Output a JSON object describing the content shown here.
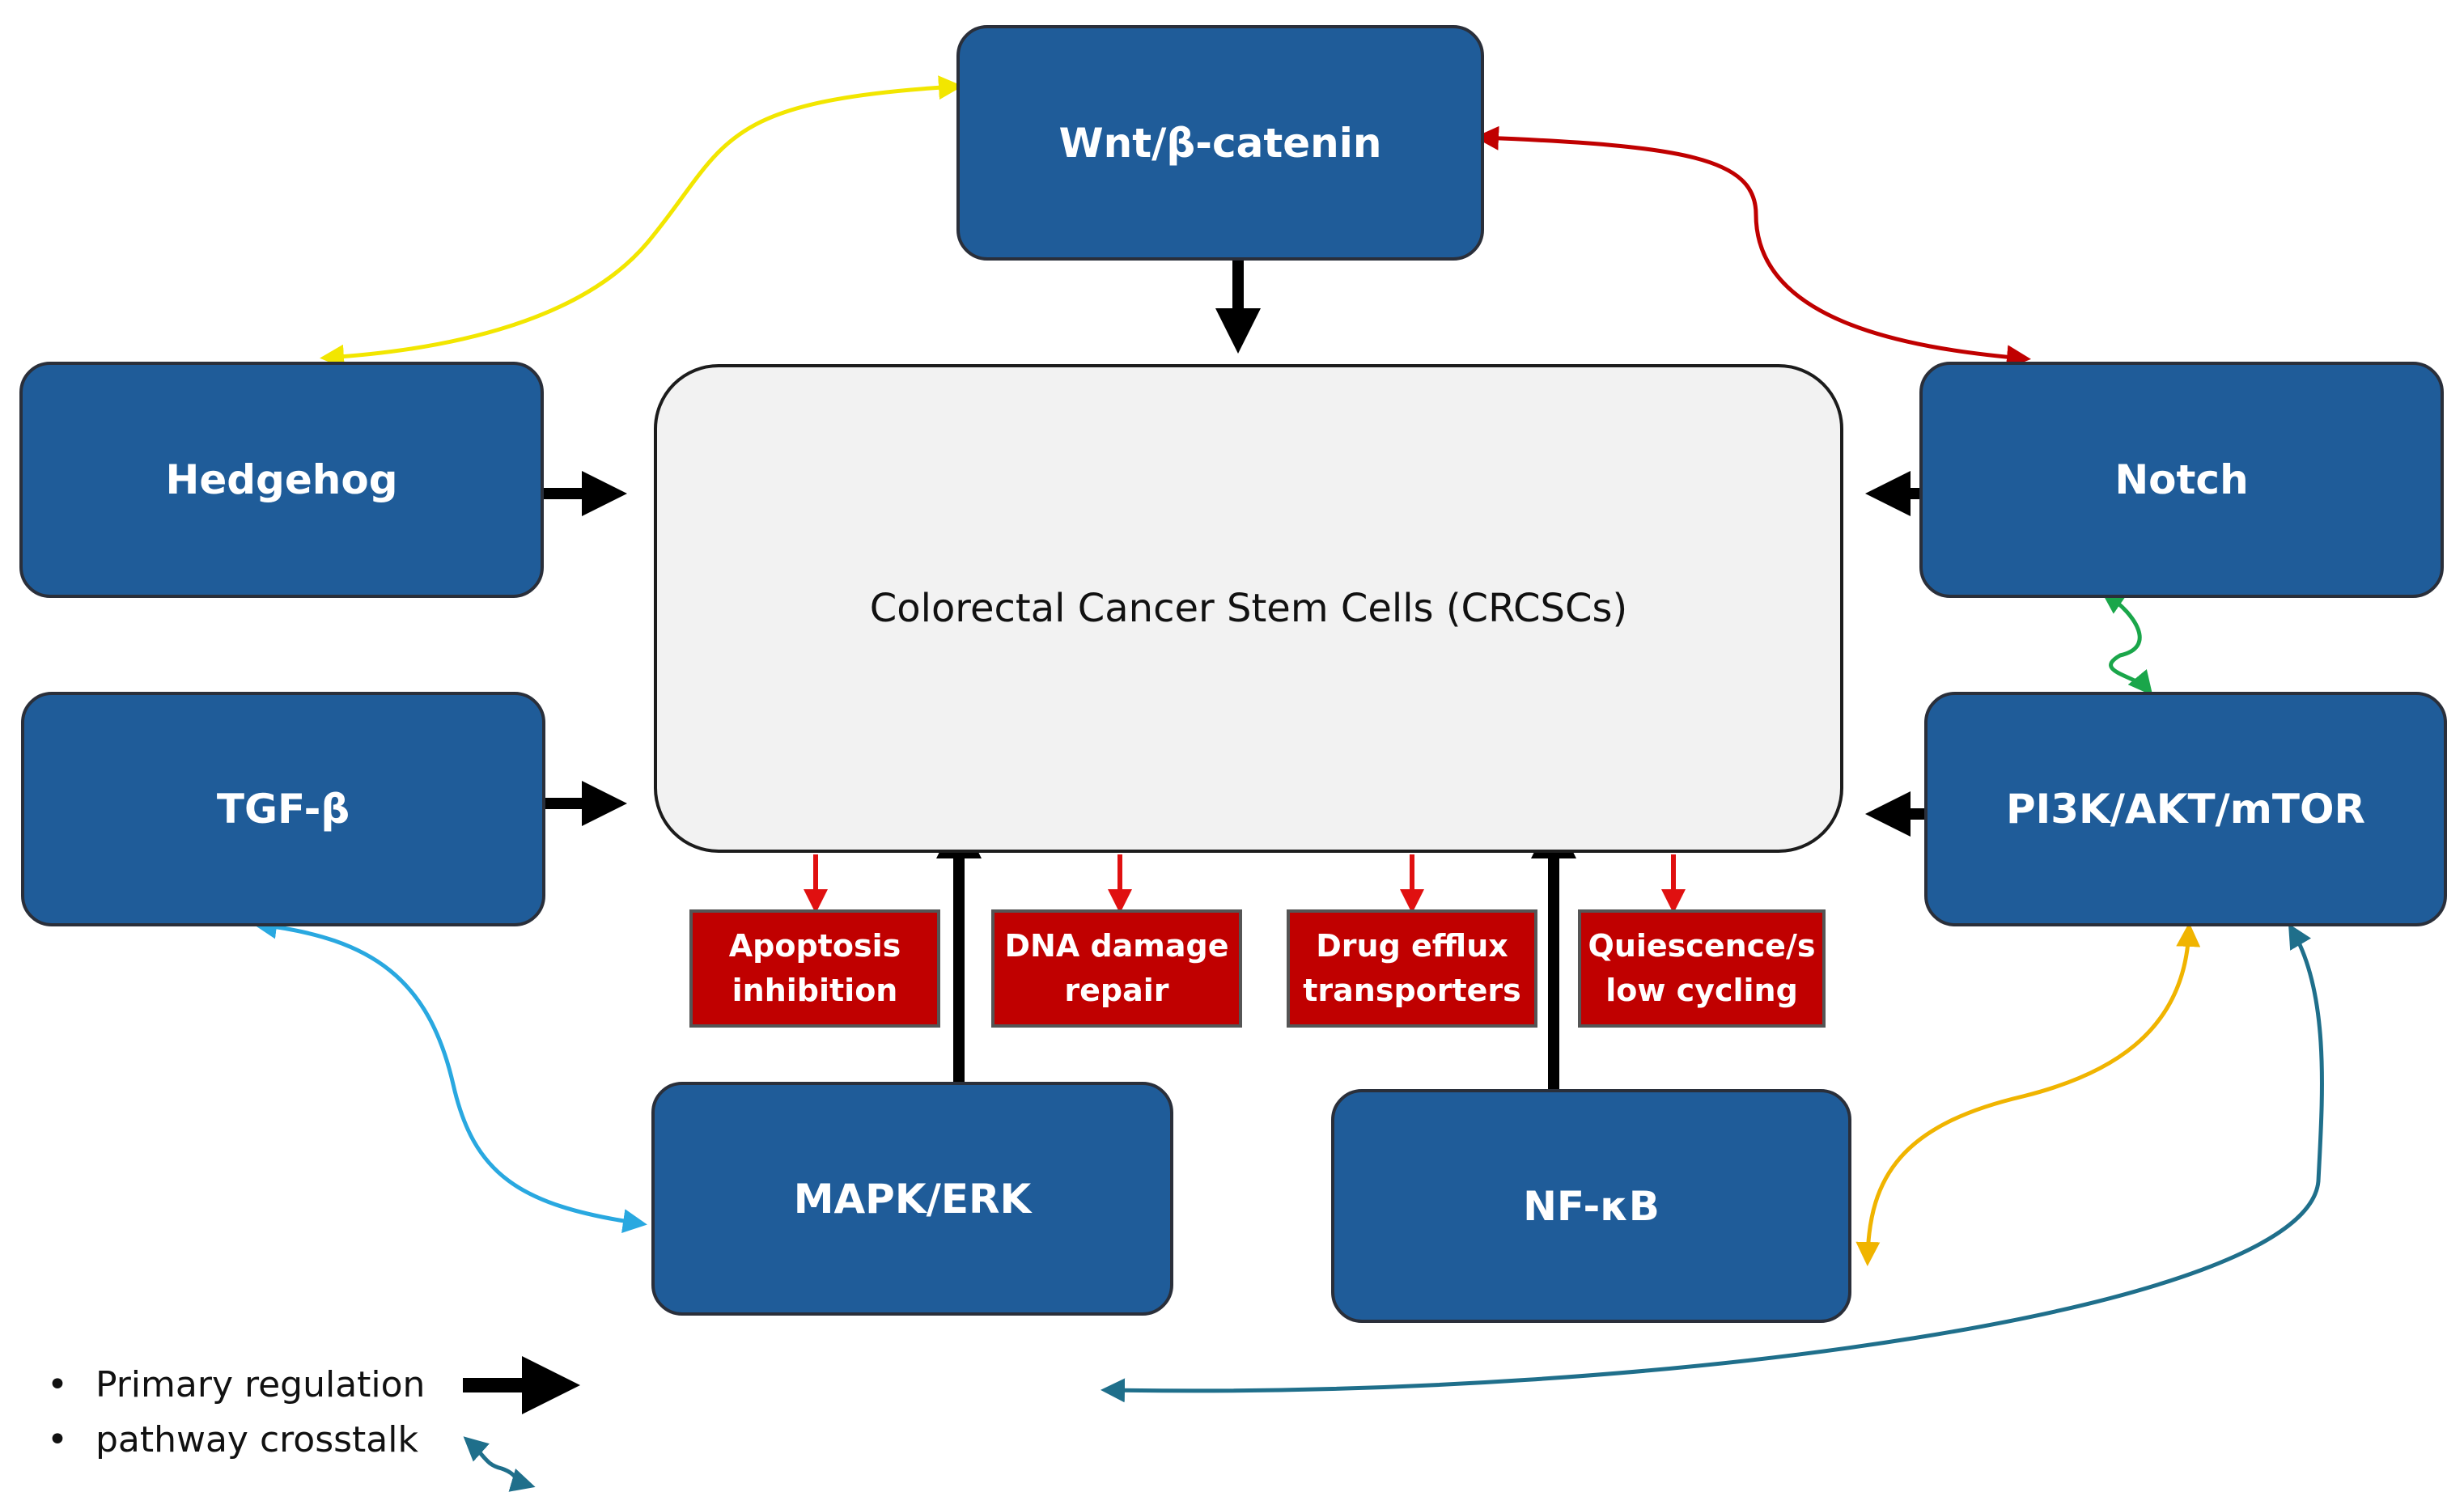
{
  "center": {
    "label": "Colorectal Cancer Stem Cells (CRCSCs)"
  },
  "pathways": {
    "wnt": "Wnt/β-catenin",
    "hedgehog": "Hedgehog",
    "notch": "Notch",
    "tgfb": "TGF-β",
    "pi3k": "PI3K/AKT/mTOR",
    "mapk": "MAPK/ERK",
    "nfkb": "NF-κB"
  },
  "effects": {
    "apoptosis": "Apoptosis\ninhibition",
    "dna": "DNA damage\nrepair",
    "efflux": "Drug efflux\ntransporters",
    "quiescence": "Quiescence/s\nlow cycling"
  },
  "legend": {
    "bullet": "•",
    "primary": "Primary regulation",
    "crosstalk": "pathway crosstalk"
  },
  "colors": {
    "pathway_box": "#1f5c99",
    "effect_box": "#c00000",
    "primary_arrow": "#000000",
    "crosstalk_wnt_hedgehog": "#f2e600",
    "crosstalk_wnt_notch": "#c00000",
    "crosstalk_notch_pi3k": "#1aa64a",
    "crosstalk_tgfb_mapk": "#29a8e0",
    "crosstalk_nfkb_pi3k": "#f0b400",
    "crosstalk_pi3k_long": "#1f6f8b"
  }
}
